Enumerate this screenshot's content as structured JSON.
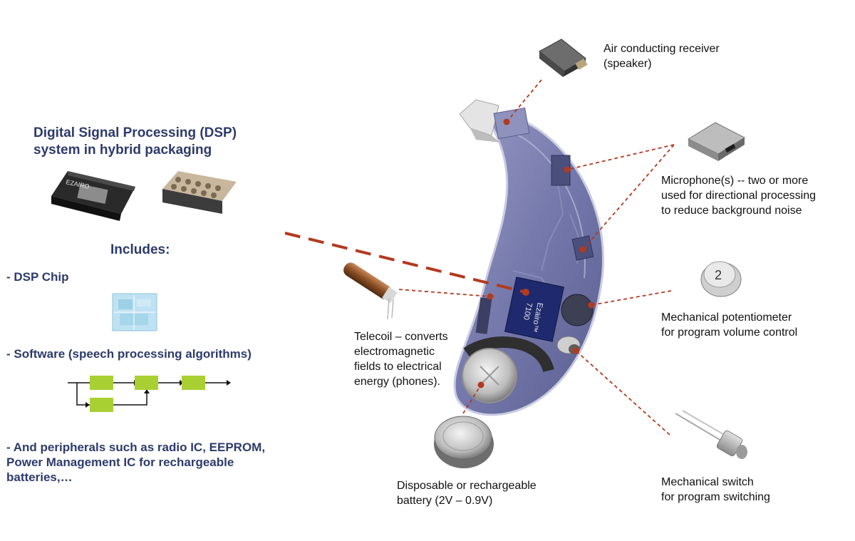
{
  "dsp_section": {
    "title": "Digital Signal Processing (DSP)\nsystem in hybrid packaging",
    "chip_brand": "EZAIRO",
    "includes_heading": "Includes:",
    "items": [
      "- DSP Chip",
      "- Software (speech processing algorithms)",
      "- And peripherals such as radio IC, EEPROM,\nPower Management IC for rechargeable\nbatteries,…"
    ]
  },
  "device": {
    "chip_label": "Ezairo™\n7100"
  },
  "component_labels": {
    "receiver": "Air conducting receiver\n(speaker)",
    "microphone": "Microphone(s) -- two or more\nused for directional processing\nto reduce background noise",
    "potentiometer": "Mechanical potentiometer\nfor program volume control",
    "telecoil": "Telecoil – converts\nelectromagnetic\nfields to electrical\nenergy (phones).",
    "battery": "Disposable or rechargeable\nbattery (2V – 0.9V)",
    "switch": "Mechanical switch\nfor program switching"
  },
  "potentiometer_dial_number": "2",
  "colors": {
    "heading_text": "#2d3b6b",
    "leader_line": "#b33a1f",
    "device_shell": "#6f72a6",
    "block_fill": "#a9d033",
    "chip_fill": "#1f2a6e"
  }
}
